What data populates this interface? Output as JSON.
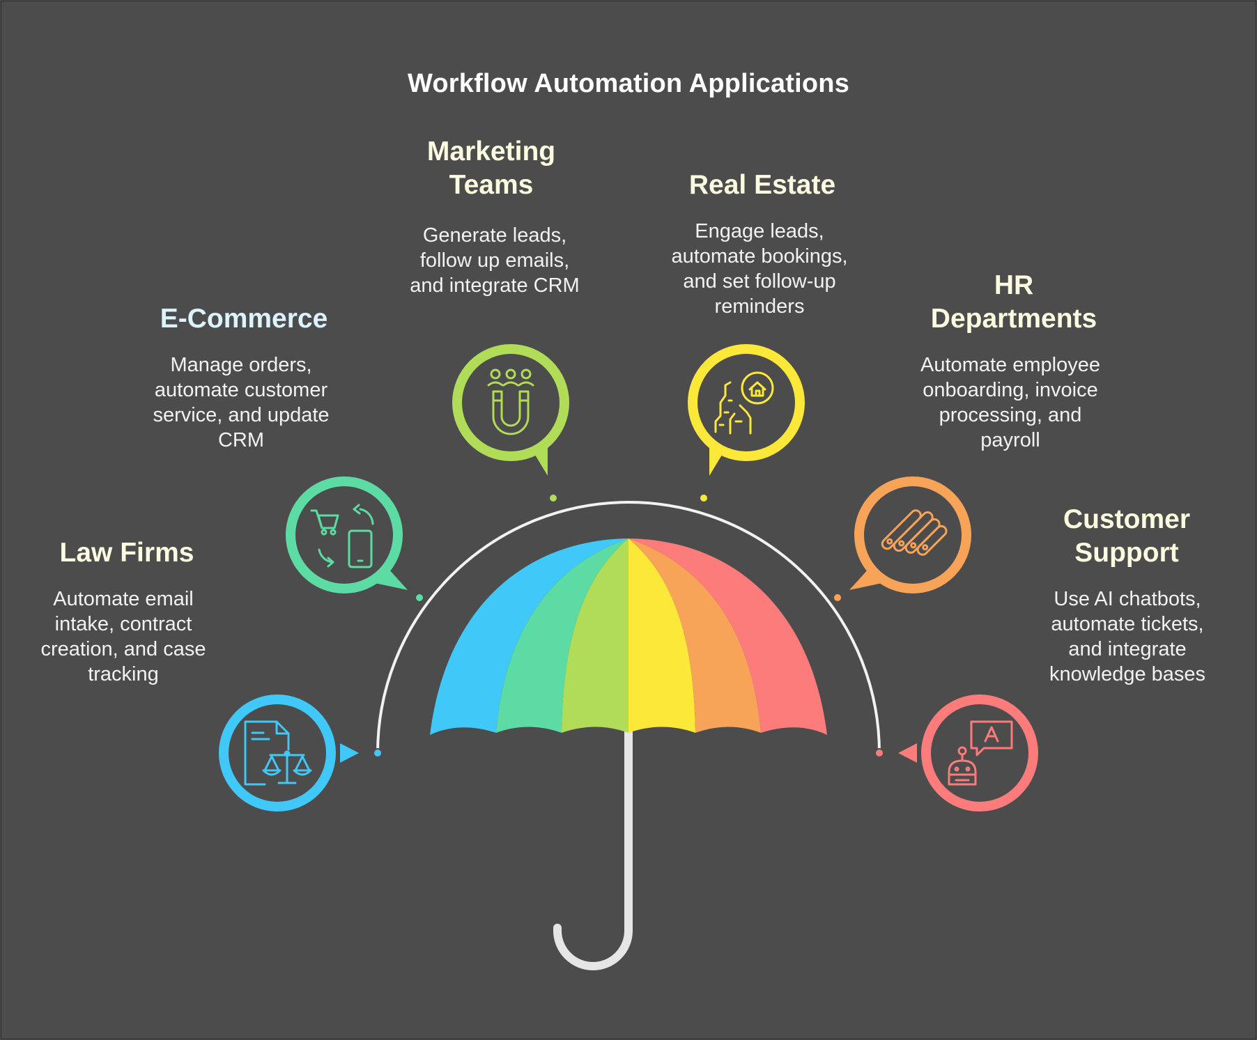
{
  "title": "Workflow Automation Applications",
  "colors": {
    "background": "#4c4c4c",
    "blue": "#40c8f8",
    "teal": "#5cdca4",
    "lime": "#b0dc58",
    "yellow": "#fce838",
    "orange": "#f8a458",
    "red": "#fc7c7c",
    "heading": "#fdfce0",
    "arc": "#f2f2f2",
    "handle": "#e6e6e6"
  },
  "segments": [
    {
      "heading": "Law Firms",
      "description": "Automate email\nintake, contract\ncreation, and case\ntracking",
      "icon": "legal-document-scales-icon",
      "color": "#40c8f8"
    },
    {
      "heading": "E-Commerce",
      "description": "Manage orders,\nautomate customer\nservice, and update\nCRM",
      "icon": "cart-phone-exchange-icon",
      "color": "#5cdca4"
    },
    {
      "heading": "Marketing\nTeams",
      "description": "Generate leads,\nfollow up emails,\nand integrate CRM",
      "icon": "people-magnet-icon",
      "color": "#b0dc58"
    },
    {
      "heading": "Real Estate",
      "description": "Engage leads,\nautomate bookings,\nand set follow-up\nreminders",
      "icon": "city-house-icon",
      "color": "#fce838"
    },
    {
      "heading": "HR\nDepartments",
      "description": "Automate employee\nonboarding, invoice\nprocessing, and\npayroll",
      "icon": "stacked-documents-icon",
      "color": "#f8a458"
    },
    {
      "heading": "Customer\nSupport",
      "description": "Use AI chatbots,\nautomate tickets,\nand integrate\nknowledge bases",
      "icon": "chatbot-icon",
      "color": "#fc7c7c"
    }
  ]
}
